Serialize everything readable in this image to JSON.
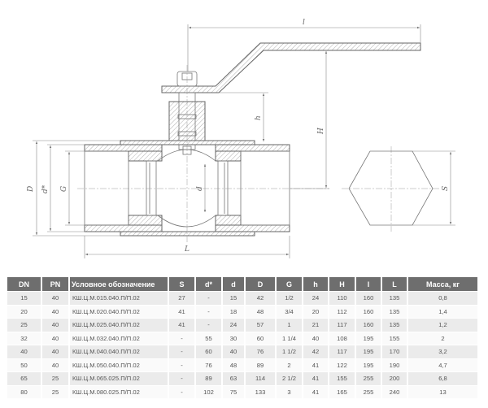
{
  "drawing": {
    "labels": {
      "l_top": "l",
      "H": "H",
      "h": "h",
      "D": "D",
      "d_star": "d*",
      "G": "G",
      "d": "d",
      "L": "L",
      "S": "S"
    }
  },
  "table": {
    "headers": [
      "DN",
      "PN",
      "Условное обозначение",
      "S",
      "d*",
      "d",
      "D",
      "G",
      "h",
      "H",
      "l",
      "L",
      "Масса, кг"
    ],
    "rows": [
      [
        "15",
        "40",
        "КШ.Ц.М.015.040.П/П.02",
        "27",
        "-",
        "15",
        "42",
        "1/2",
        "24",
        "110",
        "160",
        "135",
        "0,8"
      ],
      [
        "20",
        "40",
        "КШ.Ц.М.020.040.П/П.02",
        "41",
        "-",
        "18",
        "48",
        "3/4",
        "20",
        "112",
        "160",
        "135",
        "1,4"
      ],
      [
        "25",
        "40",
        "КШ.Ц.М.025.040.П/П.02",
        "41",
        "-",
        "24",
        "57",
        "1",
        "21",
        "117",
        "160",
        "135",
        "1,2"
      ],
      [
        "32",
        "40",
        "КШ.Ц.М.032.040.П/П.02",
        "-",
        "55",
        "30",
        "60",
        "1 1/4",
        "40",
        "108",
        "195",
        "155",
        "2"
      ],
      [
        "40",
        "40",
        "КШ.Ц.М.040.040.П/П.02",
        "-",
        "60",
        "40",
        "76",
        "1 1/2",
        "42",
        "117",
        "195",
        "170",
        "3,2"
      ],
      [
        "50",
        "40",
        "КШ.Ц.М.050.040.П/П.02",
        "-",
        "76",
        "48",
        "89",
        "2",
        "41",
        "122",
        "195",
        "190",
        "4,7"
      ],
      [
        "65",
        "25",
        "КШ.Ц.М.065.025.П/П.02",
        "-",
        "89",
        "63",
        "114",
        "2 1/2",
        "41",
        "155",
        "255",
        "200",
        "6,8"
      ],
      [
        "80",
        "25",
        "КШ.Ц.М.080.025.П/П.02",
        "-",
        "102",
        "75",
        "133",
        "3",
        "41",
        "165",
        "255",
        "240",
        "13"
      ]
    ]
  }
}
